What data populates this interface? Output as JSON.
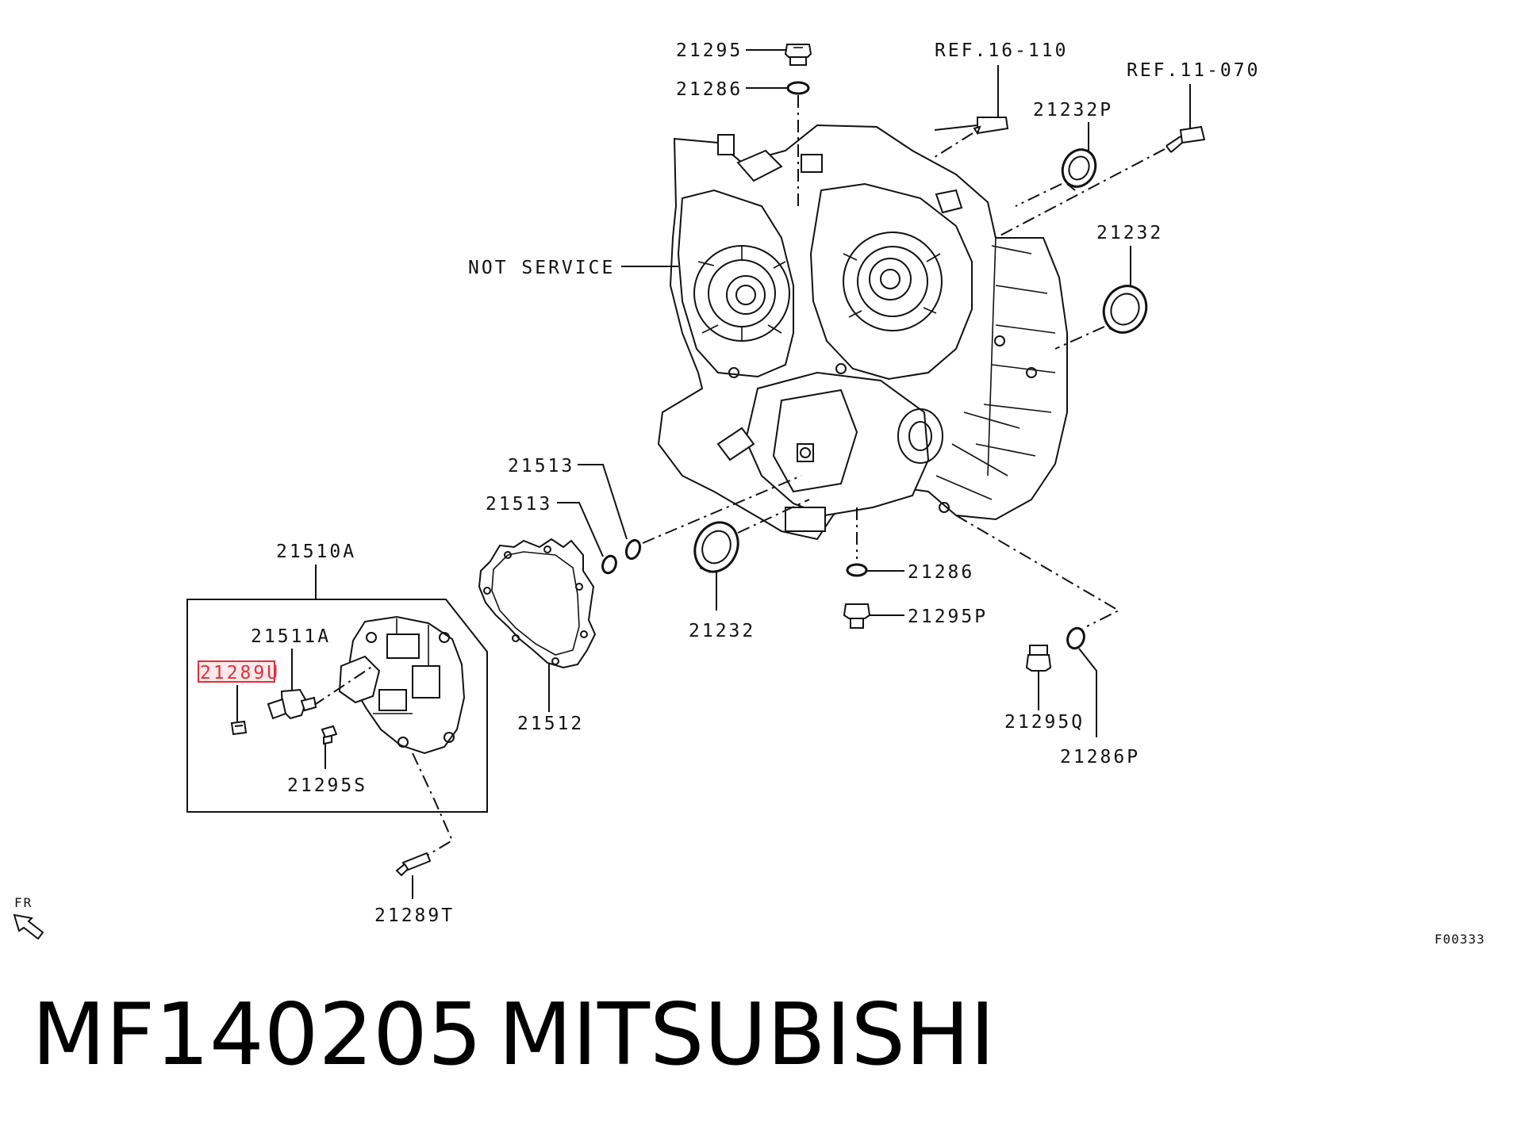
{
  "labels": {
    "p21295": "21295",
    "p21286_top": "21286",
    "ref16": "REF.16-110",
    "ref11": "REF.11-070",
    "p21232P": "21232P",
    "p21232_right": "21232",
    "not_service": "NOT SERVICE",
    "p21513_a": "21513",
    "p21513_b": "21513",
    "p21510A": "21510A",
    "p21511A": "21511A",
    "p21289U": "21289U",
    "p21295S": "21295S",
    "p21512": "21512",
    "p21232_bottom": "21232",
    "p21286_mid": "21286",
    "p21295P": "21295P",
    "p21295Q": "21295Q",
    "p21286P": "21286P",
    "p21289T": "21289T",
    "fr": "FR",
    "figure_code": "F00333"
  },
  "highlight_color": "#e0303a",
  "footer": {
    "part_number": "MF140205",
    "brand": "MITSUBISHI"
  }
}
